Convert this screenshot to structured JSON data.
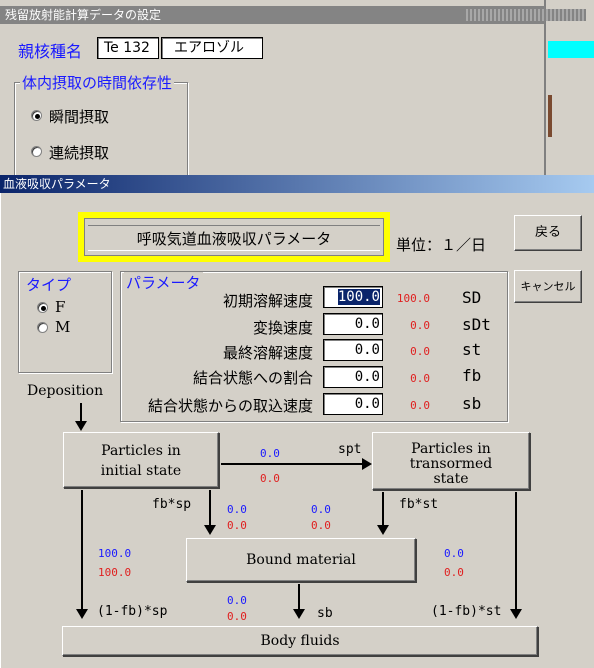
{
  "bg_window": {
    "title": "残留放射能計算データの設定",
    "nuclide_label": "親核種名",
    "nuclide_value": "Te 132",
    "form_value": "エアロゾル",
    "time_group_label": "体内摂取の時間依存性",
    "radio_instant": "瞬間摂取",
    "radio_continuous": "連続摂取"
  },
  "dialog": {
    "title": "血液吸収パラメータ",
    "header": "呼吸気道血液吸収パラメータ",
    "unit": "単位：１／日",
    "back_button": "戻る",
    "cancel_button": "キャンセル",
    "type_group": {
      "label": "タイプ",
      "options": [
        "F",
        "M"
      ],
      "selected": "F"
    },
    "param_group": {
      "label": "パラメータ",
      "rows": [
        {
          "label": "初期溶解速度",
          "value": "100.0",
          "red": "100.0",
          "symbol": "SD"
        },
        {
          "label": "変換速度",
          "value": "0.0",
          "red": "0.0",
          "symbol": "sDt"
        },
        {
          "label": "最終溶解速度",
          "value": "0.0",
          "red": "0.0",
          "symbol": "st"
        },
        {
          "label": "結合状態への割合",
          "value": "0.0",
          "red": "0.0",
          "symbol": "fb"
        },
        {
          "label": "結合状態からの取込速度",
          "value": "0.0",
          "red": "0.0",
          "symbol": "sb"
        }
      ]
    },
    "diagram": {
      "deposition": "Deposition",
      "particles_initial": "Particles in initial state",
      "particles_initial_l1": "Particles in",
      "particles_initial_l2": "initial state",
      "particles_trans_l1": "Particles in",
      "particles_trans_l2": "transormed",
      "particles_trans_l3": "state",
      "bound": "Bound material",
      "body": "Body fluids",
      "spt": "spt",
      "fbsp": "fb*sp",
      "fbst": "fb*st",
      "sb": "sb",
      "one_minus_fb_sp": "(1-fb)*sp",
      "one_minus_fb_st": "(1-fb)*st",
      "spt_blue": "0.0",
      "spt_red": "0.0",
      "fbsp_blue": "0.0",
      "fbsp_red": "0.0",
      "fbst_blue": "0.0",
      "fbst_red": "0.0",
      "left_blue": "100.0",
      "left_red": "100.0",
      "right_blue": "0.0",
      "right_red": "0.0",
      "sb_blue": "0.0",
      "sb_red": "0.0"
    }
  }
}
